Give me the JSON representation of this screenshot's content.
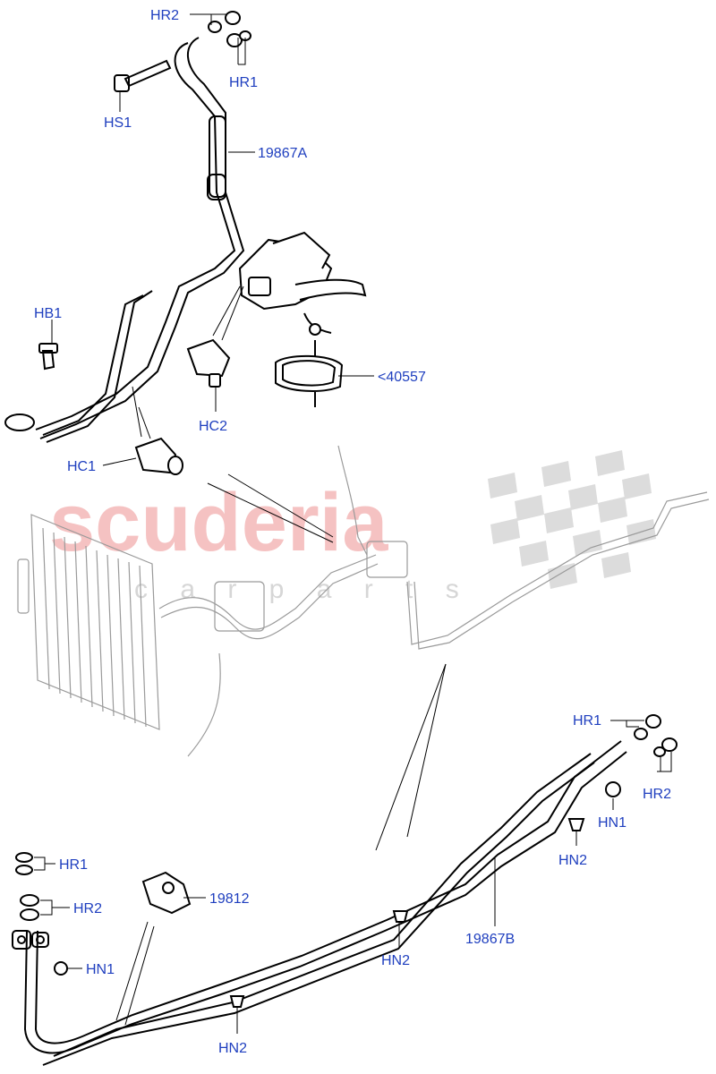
{
  "watermark": {
    "brand": "scuderia",
    "tagline": "c a r p a r t s",
    "brand_color": "#f4b8b8",
    "checker_color": "#d9d9d9"
  },
  "colors": {
    "label": "#1f3fbf",
    "line": "#000000",
    "ghost": "#9a9a9a"
  },
  "callouts": {
    "top_hr2": "HR2",
    "top_hr1": "HR1",
    "top_hs1": "HS1",
    "top_pipe": "19867A",
    "hb1": "HB1",
    "gasket": "<40557",
    "hc2": "HC2",
    "hc1": "HC1",
    "right_hr1": "HR1",
    "right_hr2": "HR2",
    "right_hn1": "HN1",
    "right_hn2": "HN2",
    "mid_hn2": "HN2",
    "pipe_b": "19867B",
    "clip": "19812",
    "left_hr1": "HR1",
    "left_hr2": "HR2",
    "left_hn1": "HN1",
    "bottom_hn2": "HN2"
  }
}
